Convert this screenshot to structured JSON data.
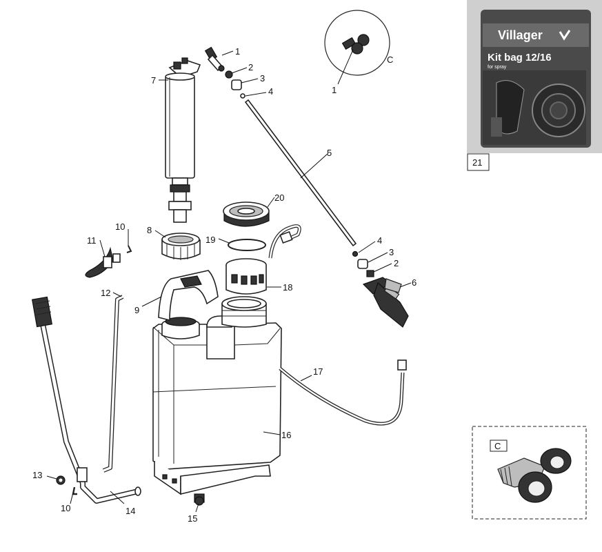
{
  "callouts": {
    "c1a": "1",
    "c2a": "2",
    "c3a": "3",
    "c4a": "4",
    "c5": "5",
    "c4b": "4",
    "c3b": "3",
    "c2b": "2",
    "c6": "6",
    "c7": "7",
    "c8": "8",
    "c9": "9",
    "c10a": "10",
    "c10b": "10",
    "c11": "11",
    "c12": "12",
    "c13": "13",
    "c14": "14",
    "c15": "15",
    "c16": "16",
    "c17": "17",
    "c18": "18",
    "c19": "19",
    "c20": "20",
    "c1b": "1",
    "cC": "C"
  },
  "photo": {
    "brand": "Villager",
    "title": "Kit bag 12/16",
    "subtitle": "for spray",
    "number": "21"
  },
  "detail": {
    "label": "C"
  }
}
